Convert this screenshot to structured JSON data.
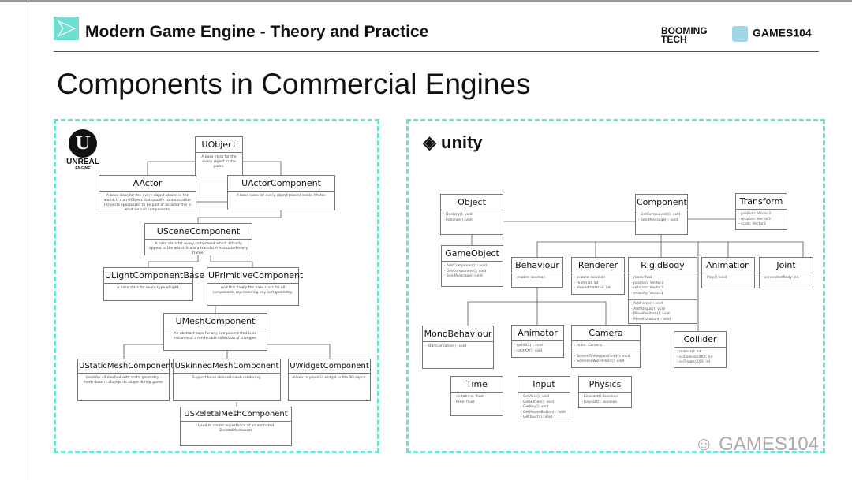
{
  "header": {
    "course_title": "Modern Game Engine - Theory and Practice",
    "brand1": "BOOMING TECH",
    "brand2": "GAMES104"
  },
  "slide_title": "Components in Commercial Engines",
  "unreal": {
    "logo_text": "UNREAL",
    "logo_sub": "ENGINE",
    "classes": [
      {
        "name": "UObject",
        "desc": "A base class for the every object in the game."
      },
      {
        "name": "AActor",
        "desc": "A base class for the every object placed in the world. It's an UObject that usually contains other UObjects specialized to be part of an actor-this is what we call components."
      },
      {
        "name": "UActorComponent",
        "desc": "A base class for every object placed inside AActor."
      },
      {
        "name": "USceneComponent",
        "desc": "A base class for every component which actually appear in the world. It ahs a transform evaluated every frame."
      },
      {
        "name": "ULightComponentBase",
        "desc": "A base class for every type of light."
      },
      {
        "name": "UPrimitiveComponent",
        "desc": "And this finally the base class for all components representing any sort geometry."
      },
      {
        "name": "UMeshComponent",
        "desc": "An abstract base for any component that is an instance of a renderable collection of triangles."
      },
      {
        "name": "UStaticMeshComponent",
        "desc": "Used for all meshed with static geometry - mesh doesn't change its shape during game."
      },
      {
        "name": "USkinnedMeshComponent",
        "desc": "Support bone skinned mesh rendering."
      },
      {
        "name": "UWidgetComponent",
        "desc": "Allows to place UI widget in the 3D sapce."
      },
      {
        "name": "USkeletalMeshComponent",
        "desc": "Used to create an instance of an animated SkeletalMeshasset."
      }
    ]
  },
  "unity": {
    "logo_text": "unity",
    "classes": [
      {
        "name": "Object",
        "groups": [
          [
            "- Destory(): void",
            "- Initialize(): void"
          ]
        ]
      },
      {
        "name": "Component",
        "groups": [
          [
            "- GetComponent(): void",
            "- SendMessage(): void"
          ]
        ]
      },
      {
        "name": "Transform",
        "groups": [
          [
            "- position: Vector3",
            "- rotation: Vector3",
            "- scale: Vector3"
          ]
        ]
      },
      {
        "name": "GameObject",
        "groups": [
          [
            "- AddComponent(): void",
            "- GetComponent(): void",
            "- SendMessage():void"
          ]
        ]
      },
      {
        "name": "Behaviour",
        "groups": [
          [
            "- enable: boolean"
          ]
        ]
      },
      {
        "name": "Renderer",
        "groups": [
          [
            "- enable: boolean",
            "- material: int",
            "- sharedmaterial: int"
          ]
        ]
      },
      {
        "name": "RigidBody",
        "groups": [
          [
            "- mass:float",
            "- position: Vector3",
            "- rotation: Vector3",
            "- velocity: Vector3"
          ],
          [
            "- AddForce(): void",
            "- AddTorque(): void",
            "- MovePosition(): void",
            "- MoveRotation(): void"
          ]
        ]
      },
      {
        "name": "Animation",
        "groups": [
          [
            "- Play(): void"
          ]
        ]
      },
      {
        "name": "Joint",
        "groups": [
          [
            "- connectedBody: int"
          ]
        ]
      },
      {
        "name": "MonoBehaviour",
        "groups": [
          [
            "- StartCoroutine(): void"
          ]
        ]
      },
      {
        "name": "Animator",
        "groups": [
          [
            "- getXXX(): void",
            "- setXXX(): void"
          ]
        ]
      },
      {
        "name": "Camera",
        "groups": [
          [
            "- main: Camera"
          ],
          [
            "- ScreenToViewportPoint(): void",
            "- ScreenToWorldPoint(): void"
          ]
        ]
      },
      {
        "name": "Collider",
        "groups": [
          [
            "- material: int",
            "- onCollisionXXX: int",
            "- onTriggerXXX: int"
          ]
        ]
      },
      {
        "name": "Time",
        "groups": [
          [
            "- deltatime: float",
            "- time: float"
          ]
        ]
      },
      {
        "name": "Input",
        "groups": [
          [
            "- GetAxis(): void",
            "- GetButton(): void",
            "- GetKey(): void",
            "- GetMouseButton(): void",
            "- GetTouch(): void"
          ]
        ]
      },
      {
        "name": "Physics",
        "groups": [
          [
            "- Linecast(): boolean",
            "- Raycast(): boolean"
          ]
        ]
      }
    ]
  },
  "watermark": "GAMES104",
  "colors": {
    "accent": "#6fdfd0"
  }
}
